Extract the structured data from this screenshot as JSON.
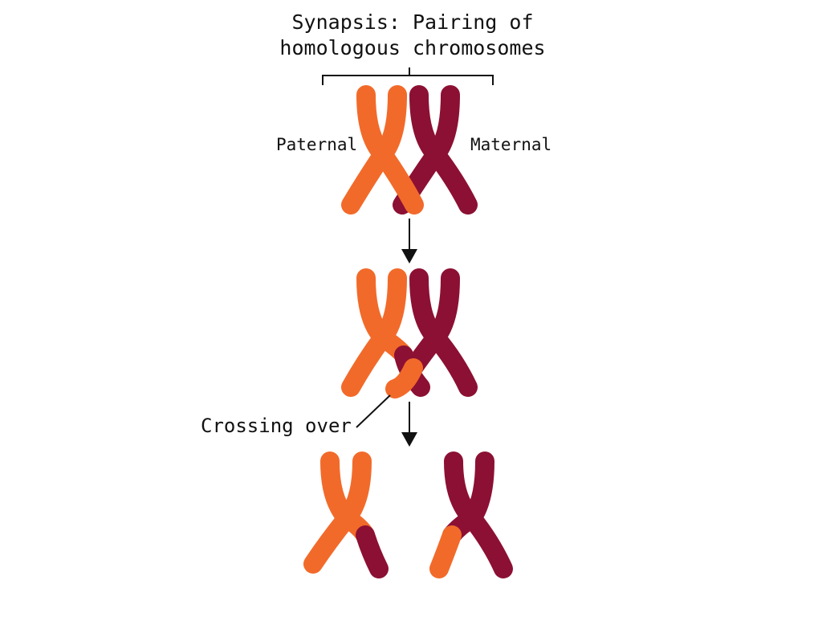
{
  "title": {
    "line1": "Synapsis: Pairing of",
    "line2": "homologous chromosomes"
  },
  "labels": {
    "paternal": "Paternal",
    "maternal": "Maternal",
    "crossing_over": "Crossing over"
  },
  "colors": {
    "paternal": "#f26a2a",
    "maternal": "#8c1033",
    "background": "#ffffff",
    "line": "#111111"
  }
}
